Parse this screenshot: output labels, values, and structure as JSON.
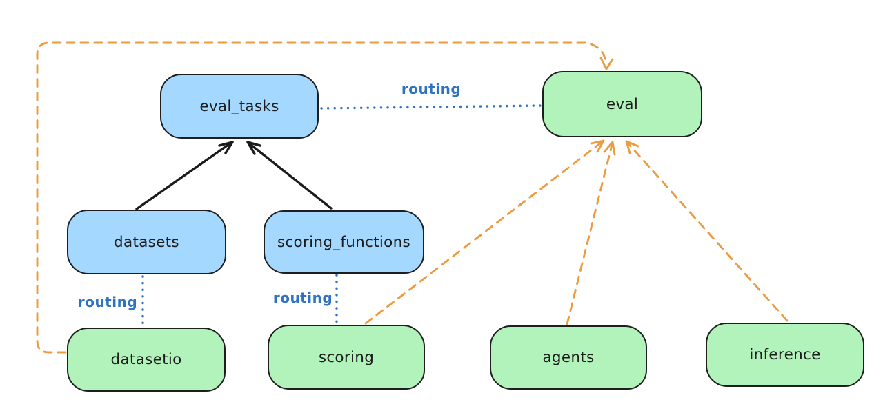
{
  "diagram": {
    "nodes": {
      "eval_tasks": {
        "label": "eval_tasks",
        "kind": "registry",
        "fill": "blue"
      },
      "datasets": {
        "label": "datasets",
        "kind": "registry",
        "fill": "blue"
      },
      "scoring_functions": {
        "label": "scoring_functions",
        "kind": "registry",
        "fill": "blue"
      },
      "eval": {
        "label": "eval",
        "kind": "api",
        "fill": "green"
      },
      "datasetio": {
        "label": "datasetio",
        "kind": "api",
        "fill": "green"
      },
      "scoring": {
        "label": "scoring",
        "kind": "api",
        "fill": "green"
      },
      "agents": {
        "label": "agents",
        "kind": "api",
        "fill": "green"
      },
      "inference": {
        "label": "inference",
        "kind": "api",
        "fill": "green"
      }
    },
    "edge_labels": {
      "eval_tasks_eval": "routing",
      "datasets_datasetio": "routing",
      "scoring_functions_scoring": "routing"
    },
    "edges": [
      {
        "from": "datasets",
        "to": "eval_tasks",
        "style": "solid-black-arrow"
      },
      {
        "from": "scoring_functions",
        "to": "eval_tasks",
        "style": "solid-black-arrow"
      },
      {
        "from": "eval_tasks",
        "to": "eval",
        "style": "blue-dotted",
        "label": "routing"
      },
      {
        "from": "datasets",
        "to": "datasetio",
        "style": "blue-dotted",
        "label": "routing"
      },
      {
        "from": "scoring_functions",
        "to": "scoring",
        "style": "blue-dotted",
        "label": "routing"
      },
      {
        "from": "datasetio",
        "to": "eval",
        "style": "orange-dashed-arrow"
      },
      {
        "from": "scoring",
        "to": "eval",
        "style": "orange-dashed-arrow"
      },
      {
        "from": "agents",
        "to": "eval",
        "style": "orange-dashed-arrow"
      },
      {
        "from": "inference",
        "to": "eval",
        "style": "orange-dashed-arrow"
      }
    ]
  },
  "colors": {
    "background": "#ffffff",
    "box_stroke": "#1e1e1e",
    "registry_box_fill": "#a5d8ff",
    "provider_box_fill": "#b2f2bb",
    "routing_line_blue": "#2f72c2",
    "impl_arrow_orange": "#ec9b3f",
    "solid_arrow_black": "#1b1b1b"
  }
}
